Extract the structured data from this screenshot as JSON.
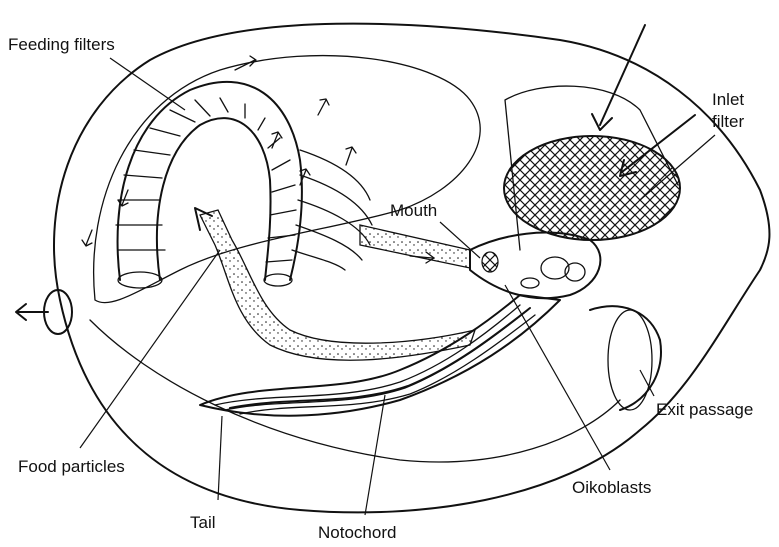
{
  "labels": {
    "feeding_filters": "Feeding filters",
    "inlet_filter_line1": "Inlet",
    "inlet_filter_line2": "filter",
    "mouth": "Mouth",
    "exit_passage": "Exit passage",
    "food_particles": "Food particles",
    "oikoblasts": "Oikoblasts",
    "tail": "Tail",
    "notochord": "Notochord"
  },
  "colors": {
    "ink": "#111111",
    "background": "#ffffff"
  }
}
